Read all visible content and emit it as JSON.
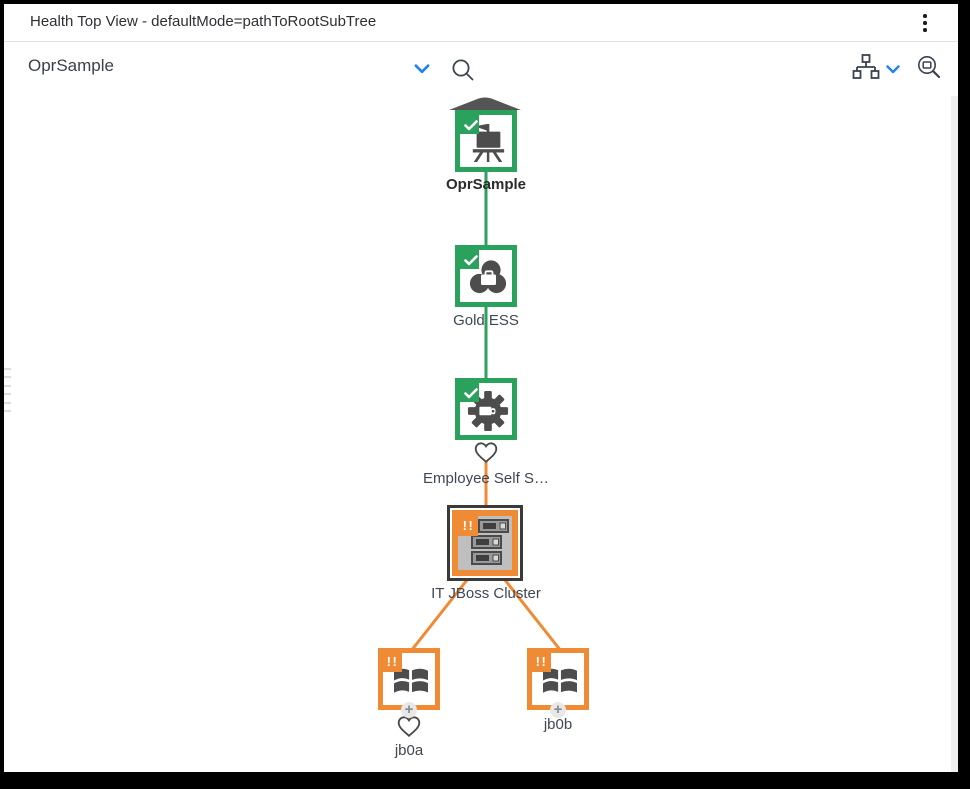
{
  "window": {
    "title": "Health Top View - defaultMode=pathToRootSubTree"
  },
  "toolbar": {
    "selected_view": "OprSample"
  },
  "colors": {
    "status_ok_green": "#2aa25e",
    "status_major_orange": "#ef8a35",
    "accent_blue": "#1f83f0",
    "icon_gray": "#4d4d4d",
    "selected_border": "#3a3a3a",
    "label_text": "#3e4753"
  },
  "tree": {
    "nodes": [
      {
        "id": "oprsample",
        "label": "OprSample",
        "status": "ok",
        "icon": "easel-icon",
        "badge": "check",
        "collapsed_parent_indicator": true
      },
      {
        "id": "gold-ess",
        "label": "Gold ESS",
        "status": "ok",
        "icon": "service-clover-icon",
        "badge": "check"
      },
      {
        "id": "employee-self-service",
        "label": "Employee Self S…",
        "status": "ok",
        "icon": "gear-icon",
        "badge": "check",
        "heart_indicator": true
      },
      {
        "id": "it-jboss-cluster",
        "label": "IT JBoss Cluster",
        "status": "major",
        "icon": "server-stack-icon",
        "badge_text": "!!",
        "selected": true
      },
      {
        "id": "jb0a",
        "label": "jb0a",
        "status": "major",
        "icon": "windows-icon",
        "badge_text": "!!",
        "heart_indicator": true,
        "expander": "+"
      },
      {
        "id": "jb0b",
        "label": "jb0b",
        "status": "major",
        "icon": "windows-icon",
        "badge_text": "!!",
        "expander": "+"
      }
    ],
    "edges": [
      {
        "from": "OprSample",
        "to": "Gold ESS",
        "status": "ok"
      },
      {
        "from": "Gold ESS",
        "to": "Employee Self S…",
        "status": "ok"
      },
      {
        "from": "Employee Self S…",
        "to": "IT JBoss Cluster",
        "status": "major"
      },
      {
        "from": "IT JBoss Cluster",
        "to": "jb0a",
        "status": "major"
      },
      {
        "from": "IT JBoss Cluster",
        "to": "jb0b",
        "status": "major"
      }
    ]
  }
}
